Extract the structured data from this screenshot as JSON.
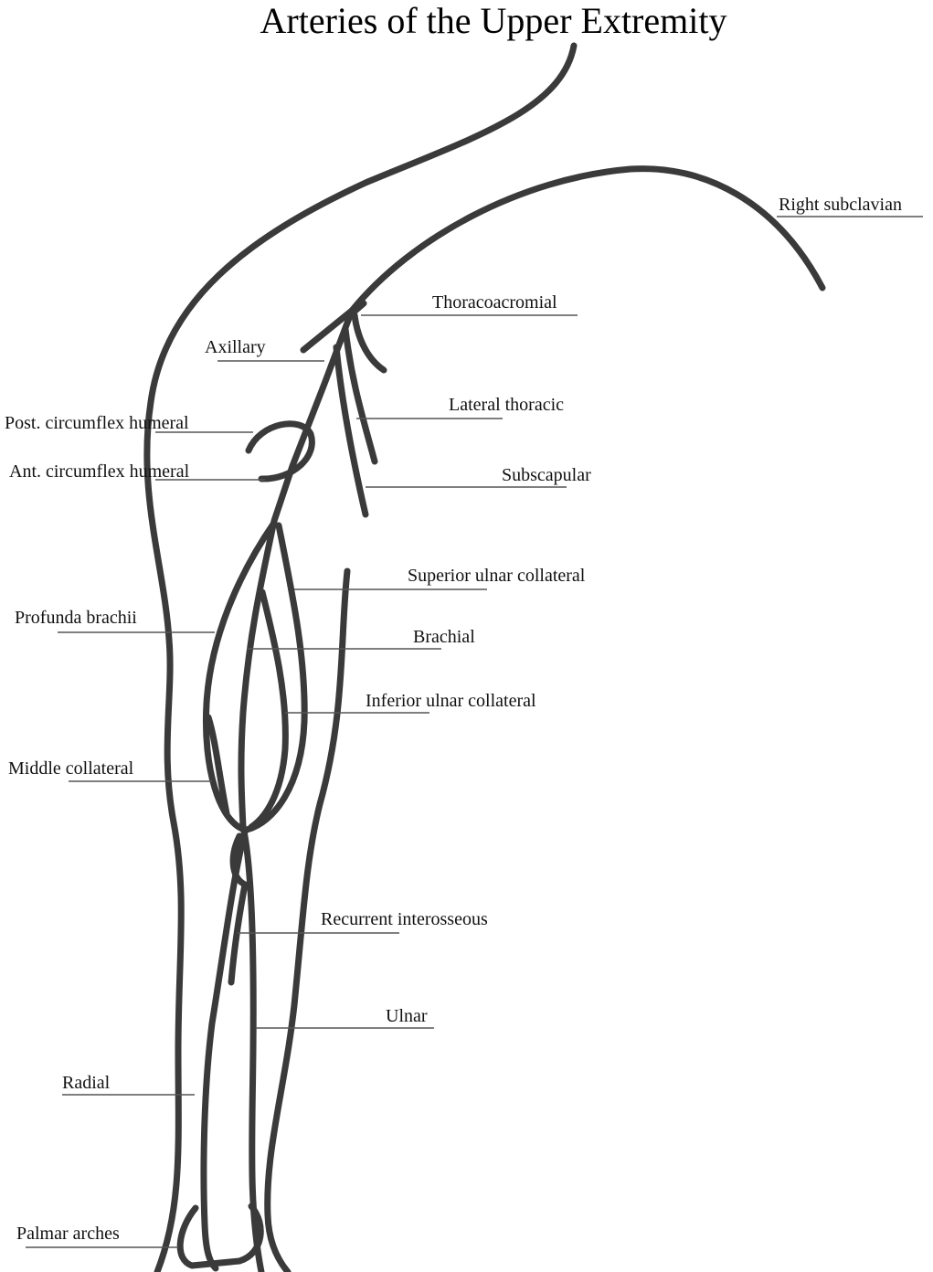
{
  "title": "Arteries of the Upper Extremity",
  "labels": {
    "right_subclavian": "Right subclavian",
    "thoracoacromial": "Thoracoacromial",
    "axillary": "Axillary",
    "lateral_thoracic": "Lateral thoracic",
    "subscapular": "Subscapular",
    "post_circumflex_humeral": "Post. circumflex humeral",
    "ant_circumflex_humeral": "Ant. circumflex humeral",
    "superior_ulnar_collateral": "Superior ulnar collateral",
    "profunda_brachii": "Profunda brachii",
    "brachial": "Brachial",
    "inferior_ulnar_collateral": "Inferior ulnar collateral",
    "middle_collateral": "Middle collateral",
    "recurrent_interosseous": "Recurrent interosseous",
    "ulnar": "Ulnar",
    "radial": "Radial",
    "palmar_arches": "Palmar arches"
  },
  "colors": {
    "vessel": "#3a3a3a",
    "leader": "#555555"
  }
}
